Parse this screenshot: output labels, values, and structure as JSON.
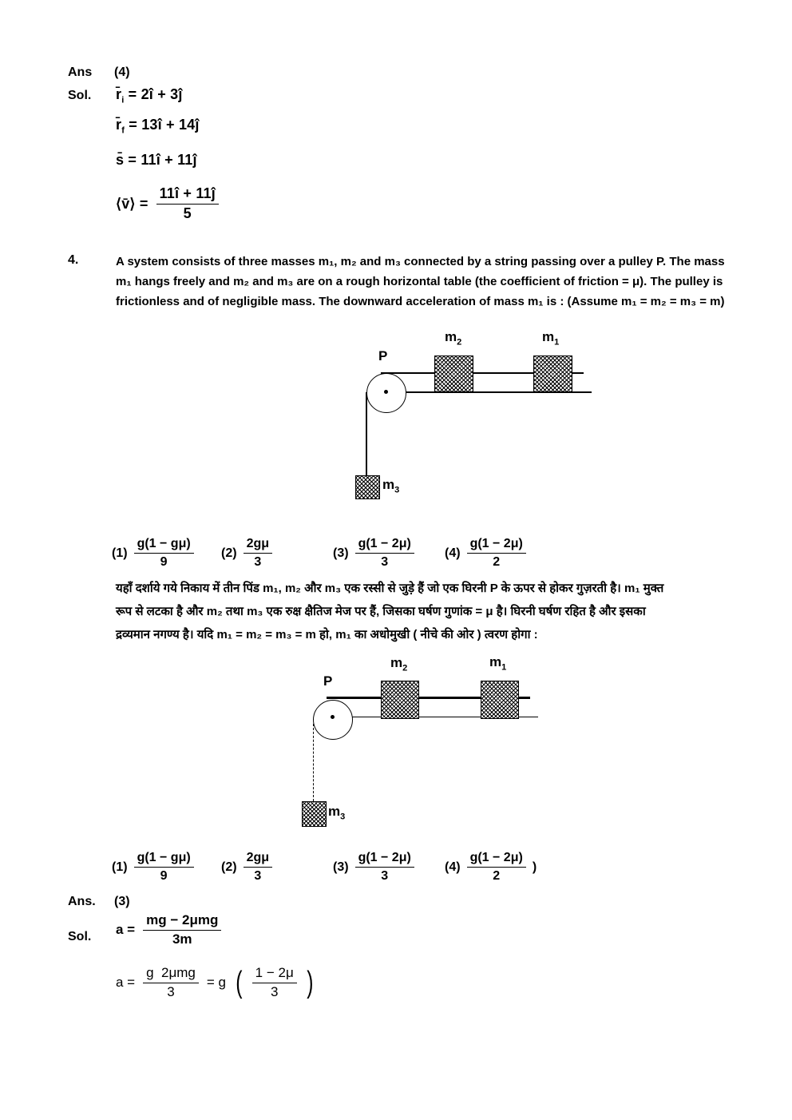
{
  "top_answer": {
    "label": "Ans",
    "value": "(4)"
  },
  "top_solution": {
    "label": "Sol.",
    "eq1": {
      "base": "r̄",
      "sub": "i",
      "rest": " = 2î + 3ĵ"
    },
    "eq2": {
      "base": "r̄",
      "sub": "f",
      "rest": " = 13î + 14ĵ"
    },
    "eq3": "s̄ = 11î + 11ĵ",
    "eq4": {
      "lhs": "⟨v̄⟩ =",
      "num": "11î + 11ĵ",
      "den": "5"
    }
  },
  "question": {
    "number": "4.",
    "lines_en": [
      "A system consists of three masses m₁, m₂ and m₃ connected by a string passing over a pulley P. The mass",
      "m₁ hangs freely and m₂ and m₃ are on a rough horizontal table (the coefficient of friction = μ). The pulley is",
      "frictionless and of negligible mass. The downward acceleration of mass m₁ is : (Assume m₁ = m₂ = m₃ = m)"
    ],
    "lines_hi": [
      "यहाँ दर्शाये गये निकाय में तीन पिंड m₁, m₂ और m₃ एक रस्सी से जुड़े हैं जो एक घिरनी P के ऊपर से होकर गुज़रती है। m₁ मुक्त",
      "रूप से लटका है और m₂ तथा m₃ एक रुक्ष क्षैतिज मेज पर हैं, जिसका घर्षण गुणांक = μ है। घिरनी घर्षण रहित है और इसका",
      "द्रव्यमान नगण्य है। यदि m₁ = m₂ = m₃ = m हो, m₁ का अधोमुखी ( नीचे की ओर ) त्वरण होगा :"
    ]
  },
  "diagram": {
    "pulley_label": "P",
    "m1": {
      "base": "m",
      "sub": "1"
    },
    "m2": {
      "base": "m",
      "sub": "2"
    },
    "m3": {
      "base": "m",
      "sub": "3"
    }
  },
  "options_row1": [
    {
      "num": "(1)",
      "frac_num": "g(1 − gμ)",
      "frac_den": "9",
      "suffix": ""
    },
    {
      "num": "(2)",
      "frac_num": "2gμ",
      "frac_den": "3",
      "suffix": ""
    },
    {
      "num": "(3)",
      "frac_num": "g(1 − 2μ)",
      "frac_den": "3",
      "suffix": ""
    },
    {
      "num": "(4)",
      "frac_num": "g(1 − 2μ)",
      "frac_den": "2",
      "suffix": ""
    }
  ],
  "options_row2": [
    {
      "num": "(1)",
      "frac_num": "g(1 − gμ)",
      "frac_den": "9",
      "suffix": ""
    },
    {
      "num": "(2)",
      "frac_num": "2gμ",
      "frac_den": "3",
      "suffix": ""
    },
    {
      "num": "(3)",
      "frac_num": "g(1 − 2μ)",
      "frac_den": "3",
      "suffix": ""
    },
    {
      "num": "(4)",
      "frac_num": "g(1 − 2μ)",
      "frac_den": "2",
      "suffix": ")"
    }
  ],
  "bottom_answer": {
    "label": "Ans.",
    "value": "(3)"
  },
  "bottom_solution": {
    "label": "Sol.",
    "eq1": {
      "lhs": "a =",
      "num": "mg − 2μmg",
      "den": "3m"
    },
    "eq2": {
      "lhs": "a =",
      "num": "g  2μmg",
      "den": "3",
      "mid": "= g",
      "open": "(",
      "pnum": "1 − 2μ",
      "pden": "3",
      "close": ")"
    }
  }
}
